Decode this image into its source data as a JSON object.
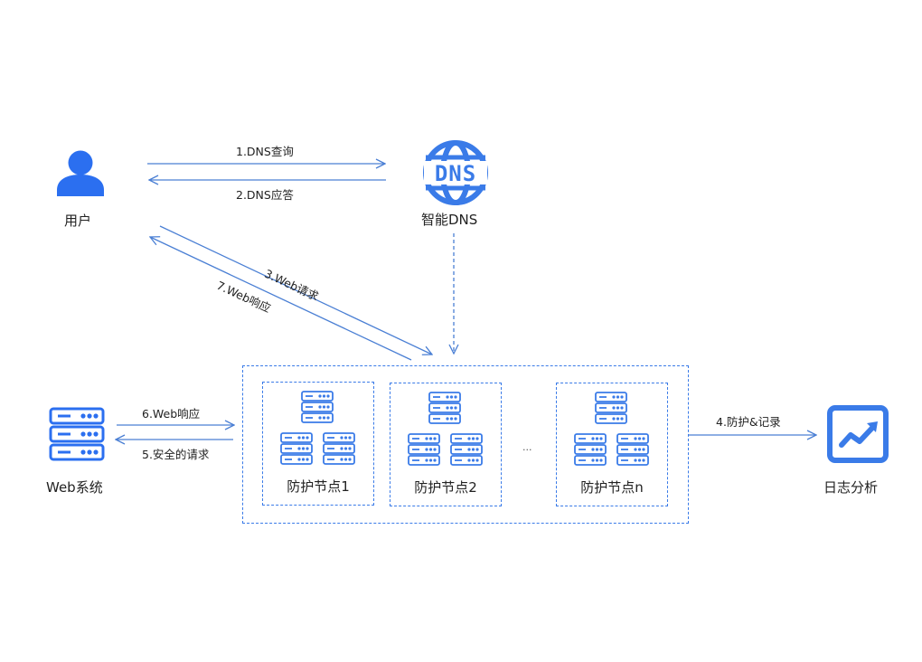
{
  "colors": {
    "accent": "#2f6fe4",
    "line": "#4a7fd4",
    "icon": "#3a7be8"
  },
  "actors": {
    "user": {
      "label": "用户",
      "icon": "user-icon"
    },
    "dns": {
      "label": "智能DNS",
      "icon": "dns-globe-icon",
      "icon_text": "DNS"
    },
    "web_system": {
      "label": "Web系统",
      "icon": "server-icon"
    },
    "log_analysis": {
      "label": "日志分析",
      "icon": "trend-chart-icon"
    }
  },
  "arrows": {
    "dns_query": "1.DNS查询",
    "dns_answer": "2.DNS应答",
    "web_request": "3.Web请求",
    "protect_record": "4.防护&记录",
    "safe_request": "5.安全的请求",
    "web_response_6": "6.Web响应",
    "web_response_7": "7.Web响应"
  },
  "nodes": [
    {
      "label": "防护节点1"
    },
    {
      "label": "防护节点2"
    },
    {
      "label": "防护节点n"
    }
  ],
  "ellipsis": "..."
}
